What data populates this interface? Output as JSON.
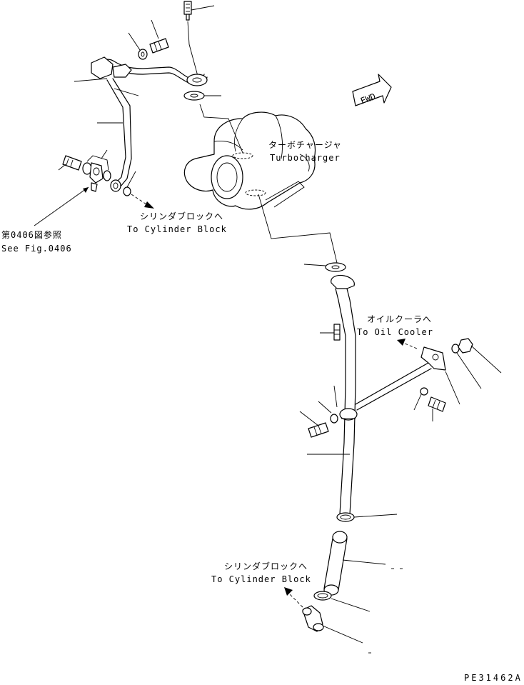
{
  "labels": {
    "turbocharger_jp": "ターボチャージャ",
    "turbocharger_en": "Turbocharger",
    "to_cylinder_block_jp_1": "シリンダブロックへ",
    "to_cylinder_block_en_1": "To Cylinder Block",
    "see_fig_jp": "第0406図参照",
    "see_fig_en": "See Fig.0406",
    "to_oil_cooler_jp": "オイルクーラへ",
    "to_oil_cooler_en": "To Oil Cooler",
    "to_cylinder_block_jp_2": "シリンダブロックへ",
    "to_cylinder_block_en_2": "To Cylinder Block",
    "fwd": "FWD",
    "drawing_number": "PE31462A"
  }
}
